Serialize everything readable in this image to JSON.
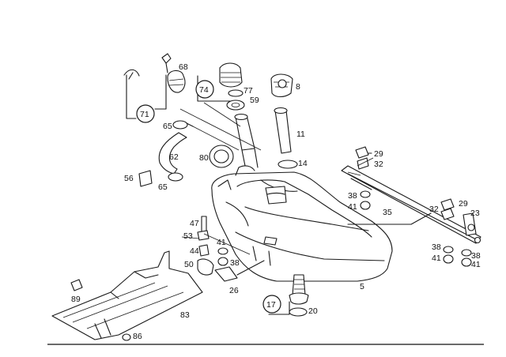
{
  "labels": {
    "p68": "68",
    "p71": "71",
    "p74": "74",
    "p77": "77",
    "p59": "59",
    "p8": "8",
    "p65a": "65",
    "p11": "11",
    "p62": "62",
    "p80": "80",
    "p14": "14",
    "p29a": "29",
    "p32a": "32",
    "p56": "56",
    "p65b": "65",
    "p38a": "38",
    "p41a": "41",
    "p35": "35",
    "p32b": "32",
    "p29b": "29",
    "p23": "23",
    "p47": "47",
    "p53": "53",
    "p41b": "41",
    "p44": "44",
    "p38b": "38",
    "p50": "50",
    "p38c": "38",
    "p41c": "41",
    "p38d": "38",
    "p41d": "41",
    "p26": "26",
    "p5": "5",
    "p89": "89",
    "p17": "17",
    "p20": "20",
    "p83": "83",
    "p86": "86"
  }
}
